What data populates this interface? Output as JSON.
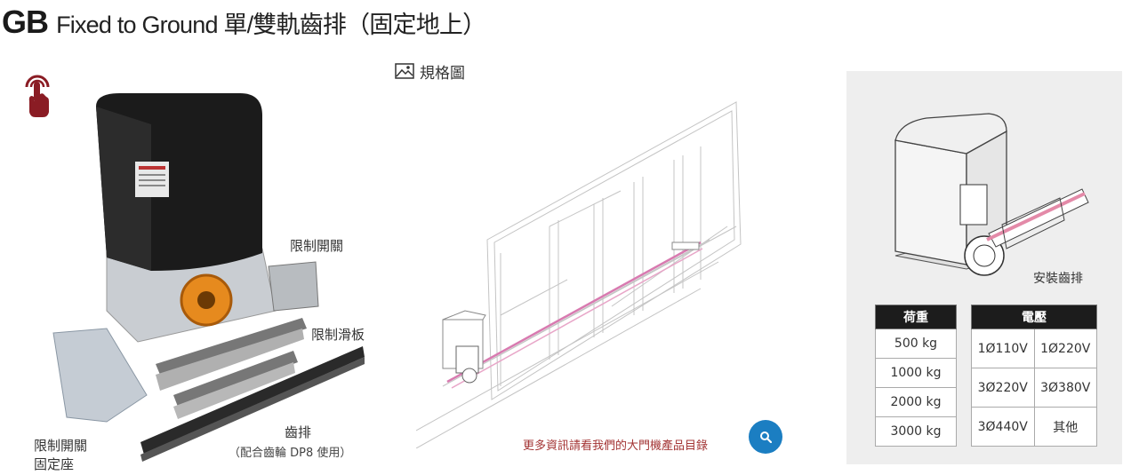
{
  "title": {
    "code": "GB",
    "name": "Fixed to Ground 單/雙軌齒排（固定地上）"
  },
  "touch_icon": {
    "name": "touch-hand-icon",
    "color": "#8a1c24"
  },
  "spec_link": {
    "label": "規格圖",
    "icon": "image-icon"
  },
  "product_labels": {
    "limit_switch": "限制開關",
    "limit_slide": "限制滑板",
    "gear_rack": "齒排",
    "gear_rack_note": "（配合齒輪 DP8 使用）",
    "bracket_line1": "限制開關",
    "bracket_line2": "固定座"
  },
  "more_info": {
    "text": "更多資訊請看我們的大門機產品目錄",
    "icon": "search-icon",
    "color": "#a33434",
    "button_color": "#1b7ec2"
  },
  "install_panel": {
    "label": "安裝齒排",
    "load_table": {
      "header": "荷重",
      "rows": [
        "500 kg",
        "1000 kg",
        "2000 kg",
        "3000 kg"
      ]
    },
    "voltage_table": {
      "header": "電壓",
      "rows": [
        [
          "1Ø110V",
          "1Ø220V"
        ],
        [
          "3Ø220V",
          "3Ø380V"
        ],
        [
          "3Ø440V",
          "其他"
        ]
      ]
    }
  }
}
